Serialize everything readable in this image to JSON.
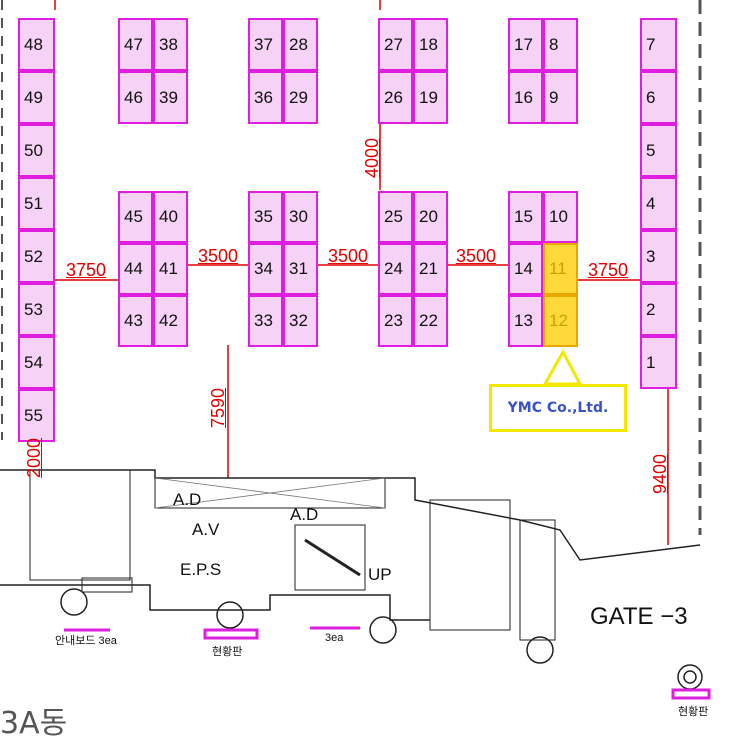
{
  "booths": [
    {
      "num": "48",
      "col": "L",
      "row": 0
    },
    {
      "num": "49",
      "col": "L",
      "row": 1
    },
    {
      "num": "50",
      "col": "L",
      "row": 2
    },
    {
      "num": "51",
      "col": "L",
      "row": 3
    },
    {
      "num": "52",
      "col": "L",
      "row": 4
    },
    {
      "num": "53",
      "col": "L",
      "row": 5
    },
    {
      "num": "54",
      "col": "L",
      "row": 6
    },
    {
      "num": "55",
      "col": "L",
      "row": 7
    },
    {
      "num": "7",
      "col": "R",
      "row": 0
    },
    {
      "num": "6",
      "col": "R",
      "row": 1
    },
    {
      "num": "5",
      "col": "R",
      "row": 2
    },
    {
      "num": "4",
      "col": "R",
      "row": 3
    },
    {
      "num": "3",
      "col": "R",
      "row": 4
    },
    {
      "num": "2",
      "col": "R",
      "row": 5
    },
    {
      "num": "1",
      "col": "R",
      "row": 6
    }
  ],
  "top_blocks": [
    [
      "47",
      "38",
      "46",
      "39"
    ],
    [
      "37",
      "28",
      "36",
      "29"
    ],
    [
      "27",
      "18",
      "26",
      "19"
    ],
    [
      "17",
      "8",
      "16",
      "9"
    ]
  ],
  "mid_blocks": [
    [
      "45",
      "40",
      "44",
      "41",
      "43",
      "42"
    ],
    [
      "35",
      "30",
      "34",
      "31",
      "33",
      "32"
    ],
    [
      "25",
      "20",
      "24",
      "21",
      "23",
      "22"
    ],
    [
      "15",
      "10",
      "14",
      "11",
      "13",
      "12"
    ]
  ],
  "highlighted_booths": [
    "11",
    "12"
  ],
  "dimensions": {
    "aisle_left": "3750",
    "aisle_1": "3500",
    "aisle_2": "3500",
    "aisle_3": "3500",
    "aisle_right": "3750",
    "vertical_top": "4000",
    "vertical_mid": "7590",
    "vertical_right": "9400",
    "vertical_left": "2000"
  },
  "callout": "YMC Co.,Ltd.",
  "floor_labels": {
    "ad1": "A.D",
    "ad2": "A.D",
    "av": "A.V",
    "eps": "E.P.S",
    "up": "UP",
    "board_info": "안내보드 3ea",
    "board_status1": "현황판",
    "board_3ea": "3ea",
    "board_status2": "현황판",
    "gate": "GATE −3",
    "title_fragment": "3A동"
  },
  "colors": {
    "booth_fill": "#f6d3f6",
    "booth_border": "#e01ee0",
    "highlight": "#ffd83a",
    "dimension": "#e00000",
    "callout_border": "#f3e800"
  }
}
